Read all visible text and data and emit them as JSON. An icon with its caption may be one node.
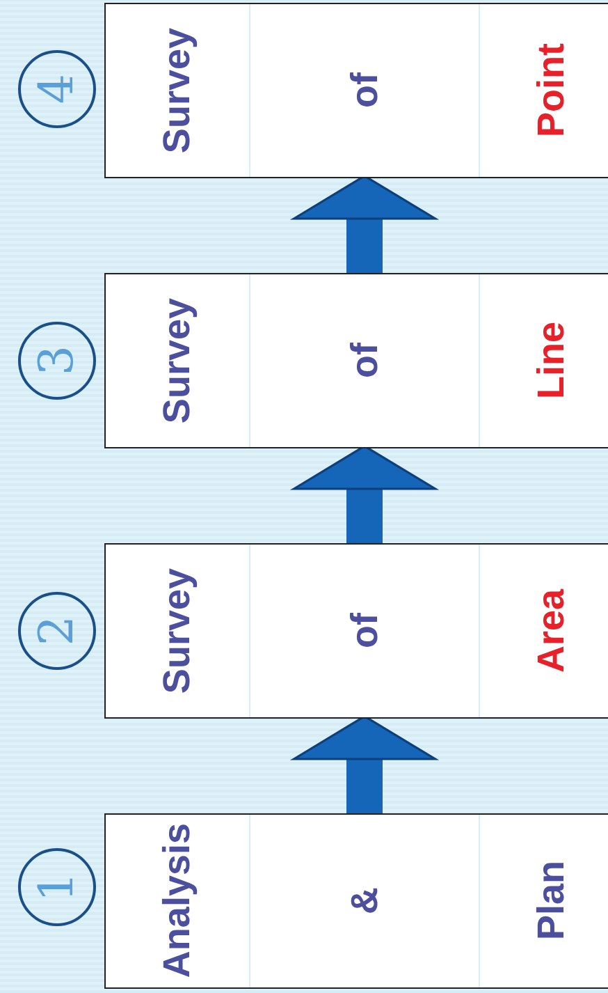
{
  "diagram": {
    "nodes": [
      {
        "text": [
          "1"
        ]
      },
      {
        "text": [
          "Analysis",
          "&",
          "Plan"
        ]
      },
      {
        "text": [
          "2"
        ]
      },
      {
        "text": [
          "Survey",
          "of",
          "Area"
        ]
      },
      {
        "text": [
          "3"
        ]
      },
      {
        "text": [
          "Survey",
          "of",
          "Line"
        ]
      },
      {
        "text": [
          "4"
        ]
      },
      {
        "text": [
          "Survey",
          "of",
          "Point"
        ]
      }
    ],
    "edges": [
      {
        "from": 1,
        "to": 3,
        "arrow": "to"
      },
      {
        "from": 3,
        "to": 5,
        "arrow": "to"
      },
      {
        "from": 5,
        "to": 7,
        "arrow": "to"
      }
    ]
  }
}
